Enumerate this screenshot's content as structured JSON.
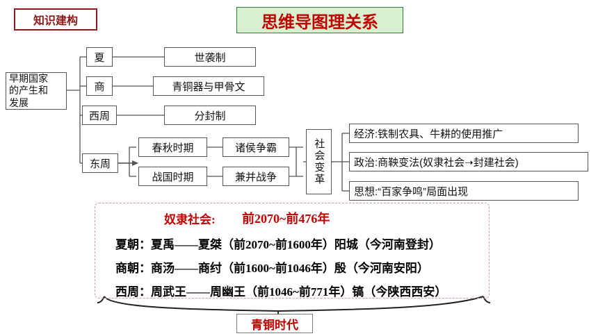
{
  "header": {
    "knowledge_label": "知识建构",
    "main_title": "思维导图理关系"
  },
  "root": {
    "label": "早期国家\n的产生和\n发展"
  },
  "dynasties": [
    {
      "name": "夏",
      "feature": "世袭制"
    },
    {
      "name": "商",
      "feature": "青铜器与甲骨文"
    },
    {
      "name": "西周",
      "feature": "分封制"
    },
    {
      "name": "东周",
      "feature": ""
    }
  ],
  "eastern_zhou": {
    "periods": [
      {
        "period": "春秋时期",
        "event": "诸侯争霸"
      },
      {
        "period": "战国时期",
        "event": "兼并战争"
      }
    ]
  },
  "social_change": {
    "label": "社会变革",
    "items": [
      "经济:铁制农具、牛耕的使用推广",
      "政治:商鞅变法(奴隶社会➝封建社会)",
      "思想:“百家争鸣”局面出现"
    ]
  },
  "slave_society": {
    "title_label": "奴隶社会:",
    "title_range": "前2070~前476年",
    "rows": [
      "夏朝：夏禹——夏桀（前2070~前1600年）阳城（今河南登封）",
      "商朝：商汤——商纣（前1600~前1046年）殷（今河南安阳）",
      "西周：周武王——周幽王（前1046~前771年）镐（今陕西西安）"
    ]
  },
  "bottom": {
    "label": "青铜时代"
  },
  "colors": {
    "title_red": "#c00000",
    "title_bg_green": "#d8f0cf",
    "title_border_green": "#2e7d32",
    "label_border_red": "#8b1a1a",
    "line_grey": "#555555",
    "dash_pink": "#c9a0a0"
  }
}
